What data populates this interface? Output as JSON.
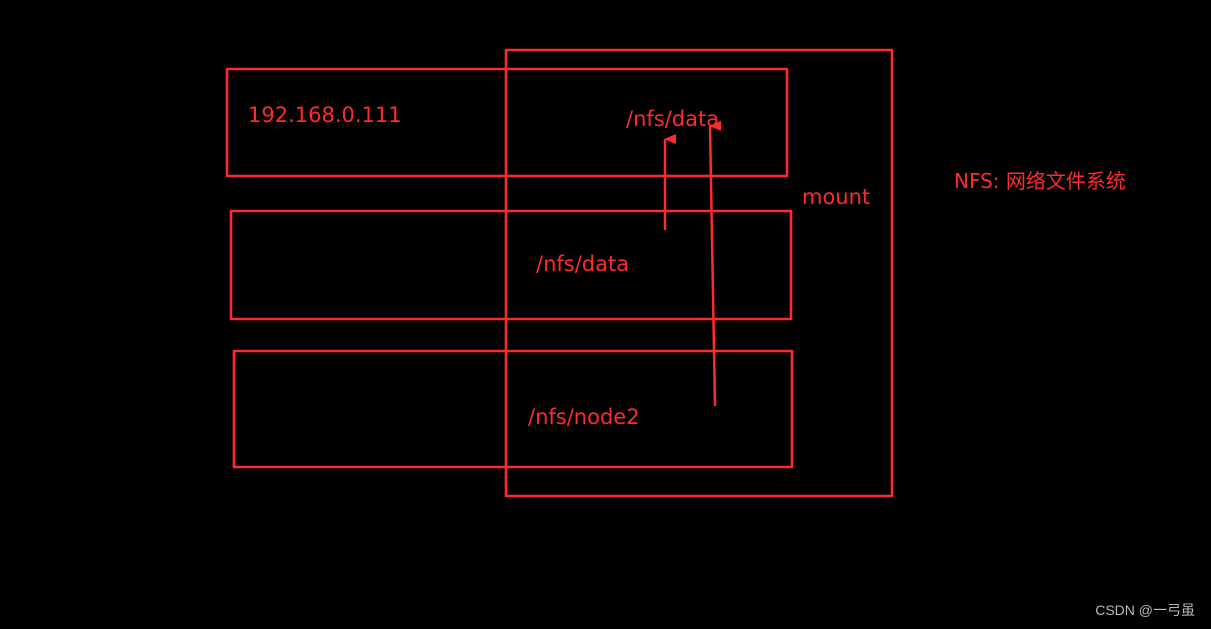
{
  "diagram": {
    "server_label": "192.168.0.111",
    "server_path": "/nfs/data",
    "node1_path": "/nfs/data",
    "node2_path": "/nfs/node2",
    "mount_label": "mount",
    "title": "NFS: 网络文件系统"
  },
  "watermark": "CSDN @一弓虽",
  "colors": {
    "background": "#000000",
    "stroke": "#ff2a2a",
    "text": "#ff2a2a",
    "watermark": "#b8b8b8"
  }
}
